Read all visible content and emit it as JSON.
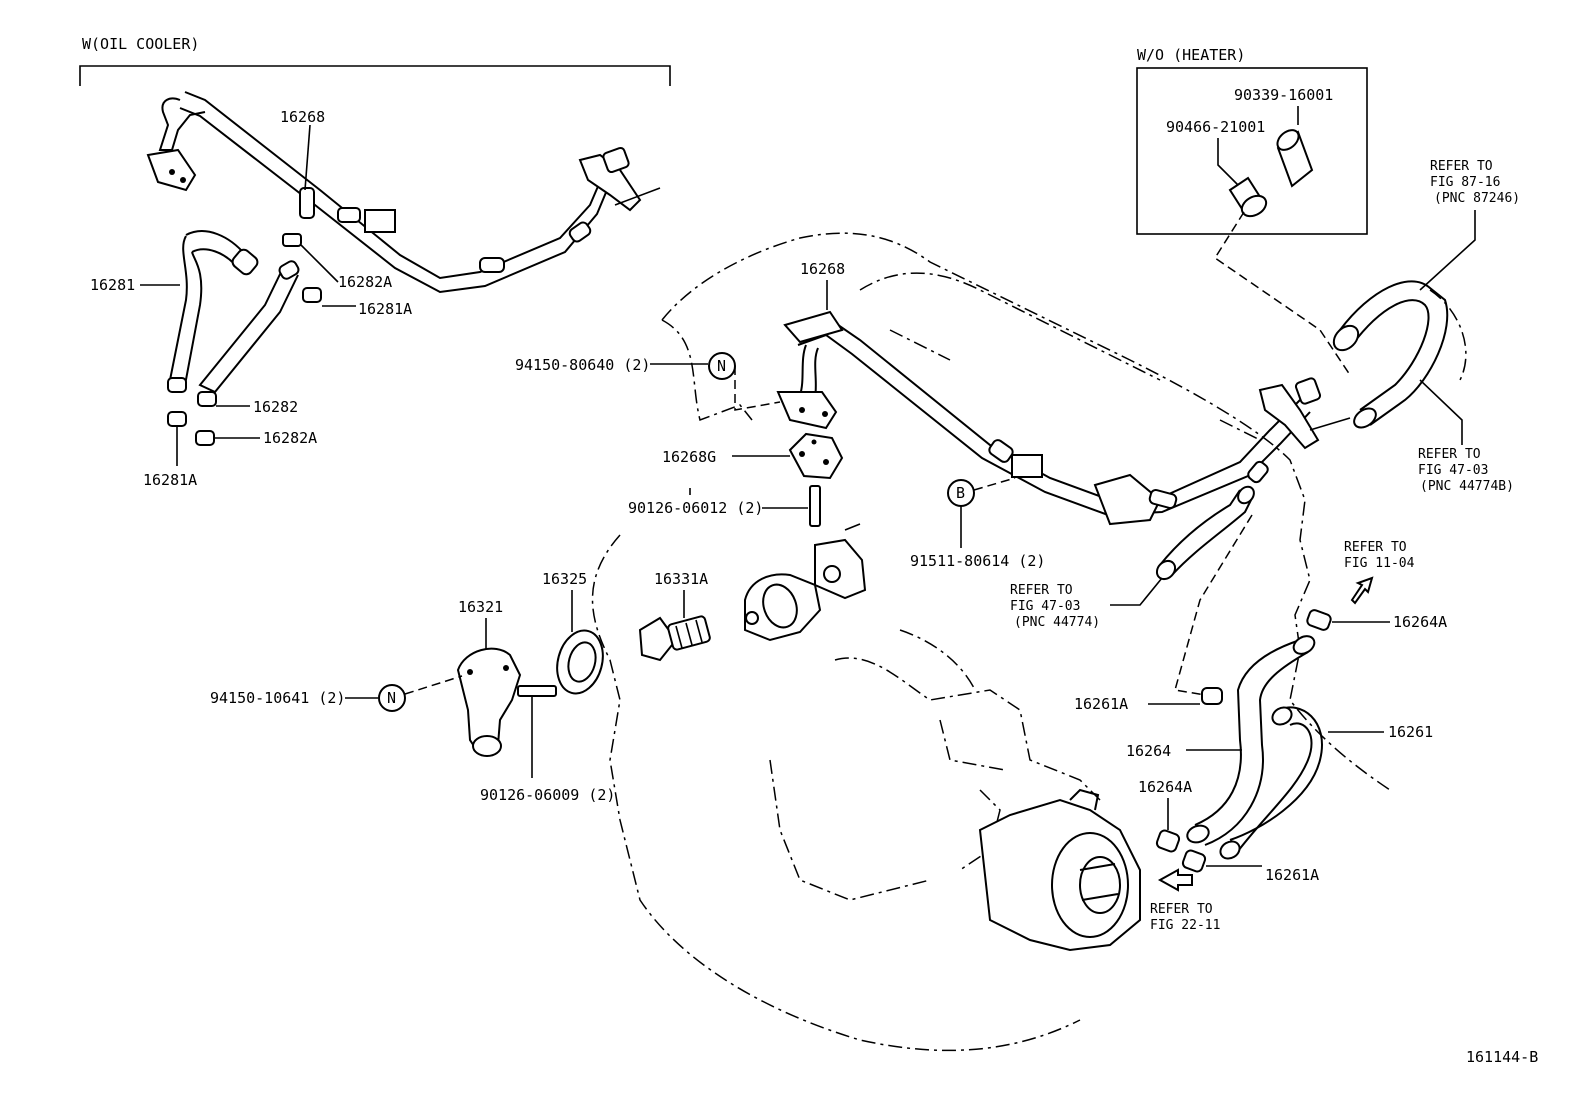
{
  "headers": {
    "oil_cooler": "W(OIL COOLER)",
    "heater": "W/O (HEATER)"
  },
  "figure_code": "161144-B",
  "callouts": {
    "ref_fig_87_16": [
      "REFER TO",
      "FIG 87-16",
      "(PNC 87246)"
    ],
    "ref_fig_47_03_b": [
      "REFER TO",
      "FIG 47-03",
      "(PNC 44774B)"
    ],
    "ref_fig_47_03": [
      "REFER TO",
      "FIG 47-03",
      "(PNC 44774)"
    ],
    "ref_fig_11_04": [
      "REFER TO",
      "FIG 11-04"
    ],
    "ref_fig_22_11": [
      "REFER TO",
      "FIG 22-11"
    ]
  },
  "labels": {
    "p16268_top": "16268",
    "p16281": "16281",
    "p16282A_top": "16282A",
    "p16281A_top": "16281A",
    "p16282": "16282",
    "p16282A_bottom": "16282A",
    "p16281A_bottom": "16281A",
    "p90339": "90339-16001",
    "p90466": "90466-21001",
    "p16268_main": "16268",
    "p94150_80640": "94150-80640 (2)",
    "p16268G": "16268G",
    "p90126_06012": "90126-06012 (2)",
    "p91511": "91511-80614 (2)",
    "p16325": "16325",
    "p16331A": "16331A",
    "p16321": "16321",
    "p94150_10641": "94150-10641 (2)",
    "p90126_06009": "90126-06009 (2)",
    "p16264A_top": "16264A",
    "p16261A_mid": "16261A",
    "p16261": "16261",
    "p16264": "16264",
    "p16264A_bottom": "16264A",
    "p16261A_bottom": "16261A"
  },
  "symbols": {
    "n_top": "N",
    "n_bottom": "N",
    "b": "B"
  }
}
